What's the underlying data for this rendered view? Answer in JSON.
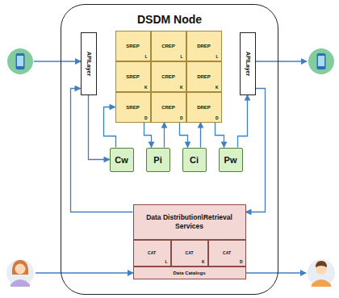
{
  "diagram": {
    "nodes": [
      {
        "text": [
          "DSDM Node"
        ]
      },
      {
        "text": [
          "APILayer"
        ],
        "in": 0
      },
      {
        "text": [
          "SREP",
          "L"
        ],
        "in": 0
      },
      {
        "text": [
          "CREP",
          "L"
        ],
        "in": 0
      },
      {
        "text": [
          "DREP",
          "L"
        ],
        "in": 0
      },
      {
        "text": [
          "SREP",
          "K"
        ],
        "in": 0
      },
      {
        "text": [
          "CREP",
          "K"
        ],
        "in": 0
      },
      {
        "text": [
          "DREP",
          "K"
        ],
        "in": 0
      },
      {
        "text": [
          "SREP",
          "D"
        ],
        "in": 0
      },
      {
        "text": [
          "CREP",
          "D"
        ],
        "in": 0
      },
      {
        "text": [
          "DREP",
          "D"
        ],
        "in": 0
      },
      {
        "text": [
          "APILayer"
        ],
        "in": 0
      },
      {
        "text": [
          "Cw"
        ],
        "in": 0
      },
      {
        "text": [
          "Pi"
        ],
        "in": 0
      },
      {
        "text": [
          "Ci"
        ],
        "in": 0
      },
      {
        "text": [
          "Pw"
        ],
        "in": 0
      },
      {
        "text": [
          "Data Distribution\\Retrieval Services"
        ],
        "in": 0
      },
      {
        "text": [
          "CAT",
          "L"
        ],
        "in": 0
      },
      {
        "text": [
          "CAT",
          "K"
        ],
        "in": 0
      },
      {
        "text": [
          "CAT",
          "D"
        ],
        "in": 0
      },
      {
        "text": [
          "Data Catalogs"
        ],
        "in": 0
      }
    ],
    "edges": [
      {
        "from": 1,
        "to": 12,
        "arrow": "to"
      },
      {
        "from": 12,
        "to": 8,
        "arrow": "to"
      },
      {
        "from": 8,
        "to": 13,
        "arrow": "to"
      },
      {
        "from": 13,
        "to": 9,
        "arrow": "to"
      },
      {
        "from": 9,
        "to": 14,
        "arrow": "to"
      },
      {
        "from": 14,
        "to": 10,
        "arrow": "to"
      },
      {
        "from": 10,
        "to": 15,
        "arrow": "to"
      },
      {
        "from": 15,
        "to": 11,
        "arrow": "to"
      },
      {
        "from": 16,
        "to": 1,
        "arrow": "to"
      },
      {
        "from": 11,
        "to": 16,
        "arrow": "to"
      }
    ]
  }
}
